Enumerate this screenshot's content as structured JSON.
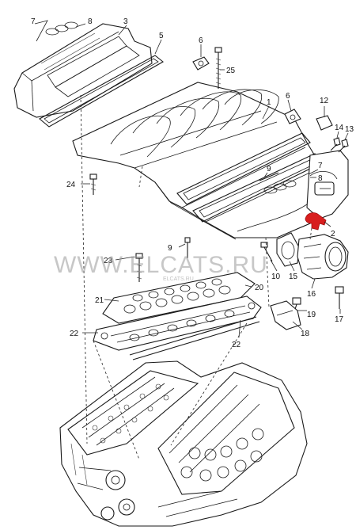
{
  "watermark": {
    "main": "WWW.ELCATS.RU",
    "small": "ELCATS.RU"
  },
  "callouts": {
    "c1": "1",
    "c2": "2",
    "c3": "3",
    "c5": "5",
    "c6a": "6",
    "c6b": "6",
    "c7a": "7",
    "c7b": "7",
    "c8a": "8",
    "c8b": "8",
    "c9a": "9",
    "c9b": "9",
    "c10": "10",
    "c12": "12",
    "c13": "13",
    "c14": "14",
    "c15": "15",
    "c16": "16",
    "c17": "17",
    "c18": "18",
    "c19": "19",
    "c20": "20",
    "c21": "21",
    "c22a": "22",
    "c22b": "22",
    "c23": "23",
    "c24": "24",
    "c25": "25"
  },
  "colors": {
    "highlight": "#d81e1e",
    "line": "#1a1a1a"
  }
}
